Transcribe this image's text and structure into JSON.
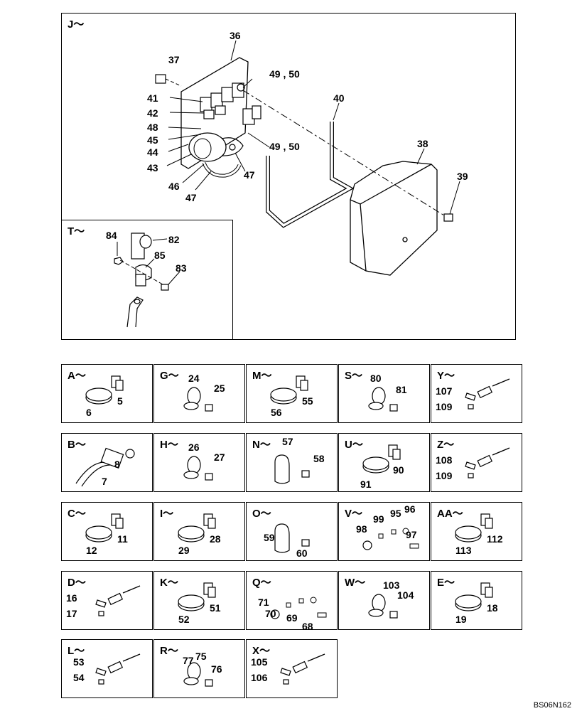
{
  "panel_j": {
    "title": "J～",
    "labels": [
      "36",
      "37",
      "49 , 50",
      "41",
      "42",
      "48",
      "45",
      "44",
      "43",
      "46",
      "47",
      "47",
      "49 , 50",
      "40",
      "38",
      "39"
    ]
  },
  "panel_t": {
    "title": "T～",
    "labels": [
      "84",
      "82",
      "85",
      "83"
    ]
  },
  "cells": [
    {
      "title": "A～",
      "labels": [
        "6",
        "5"
      ]
    },
    {
      "title": "G～",
      "labels": [
        "24",
        "25"
      ]
    },
    {
      "title": "M～",
      "labels": [
        "56",
        "55"
      ]
    },
    {
      "title": "S～",
      "labels": [
        "80",
        "81"
      ]
    },
    {
      "title": "Y～",
      "labels": [
        "107",
        "109"
      ]
    },
    {
      "title": "B～",
      "labels": [
        "8",
        "7"
      ]
    },
    {
      "title": "H～",
      "labels": [
        "26",
        "27"
      ]
    },
    {
      "title": "N～",
      "labels": [
        "57",
        "58"
      ]
    },
    {
      "title": "U～",
      "labels": [
        "90",
        "91"
      ]
    },
    {
      "title": "Z～",
      "labels": [
        "108",
        "109"
      ]
    },
    {
      "title": "C～",
      "labels": [
        "12",
        "11"
      ]
    },
    {
      "title": "I～",
      "labels": [
        "29",
        "28"
      ]
    },
    {
      "title": "O～",
      "labels": [
        "59",
        "60"
      ]
    },
    {
      "title": "V～",
      "labels": [
        "95",
        "96",
        "99",
        "98",
        "97"
      ]
    },
    {
      "title": "AA～",
      "labels": [
        "113",
        "112"
      ]
    },
    {
      "title": "D～",
      "labels": [
        "16",
        "17"
      ]
    },
    {
      "title": "K～",
      "labels": [
        "52",
        "51"
      ]
    },
    {
      "title": "Q～",
      "labels": [
        "71",
        "70",
        "69",
        "68"
      ]
    },
    {
      "title": "W～",
      "labels": [
        "103",
        "104"
      ]
    },
    {
      "title": "E～",
      "labels": [
        "19",
        "18"
      ]
    },
    {
      "title": "L～",
      "labels": [
        "53",
        "54"
      ]
    },
    {
      "title": "R～",
      "labels": [
        "77",
        "75",
        "76"
      ]
    },
    {
      "title": "X～",
      "labels": [
        "105",
        "106"
      ]
    }
  ],
  "drawing_code": "BS06N162"
}
